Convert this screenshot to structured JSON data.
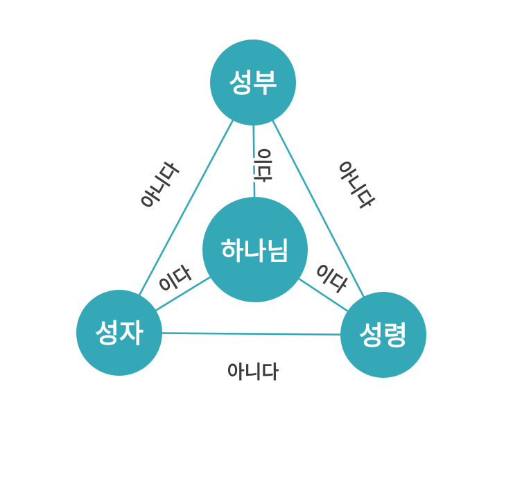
{
  "diagram": {
    "title": "Trinity diagram (Shield of the Trinity, Korean)",
    "background_color": "#ffffff",
    "accent_color": "#35a8b8",
    "edge_text_color": "#3c3c3c",
    "node_text_color": "#ffffff",
    "nodes": [
      {
        "id": "father",
        "label": "성부",
        "position": "top"
      },
      {
        "id": "god",
        "label": "하나님",
        "position": "center"
      },
      {
        "id": "son",
        "label": "성자",
        "position": "bottom-left"
      },
      {
        "id": "spirit",
        "label": "성령",
        "position": "bottom-right"
      }
    ],
    "edges": [
      {
        "from": "father",
        "to": "son",
        "label": "아니다"
      },
      {
        "from": "father",
        "to": "spirit",
        "label": "아니다"
      },
      {
        "from": "son",
        "to": "spirit",
        "label": "아니다"
      },
      {
        "from": "father",
        "to": "god",
        "label": "이다"
      },
      {
        "from": "son",
        "to": "god",
        "label": "이다"
      },
      {
        "from": "spirit",
        "to": "god",
        "label": "이다"
      }
    ]
  }
}
